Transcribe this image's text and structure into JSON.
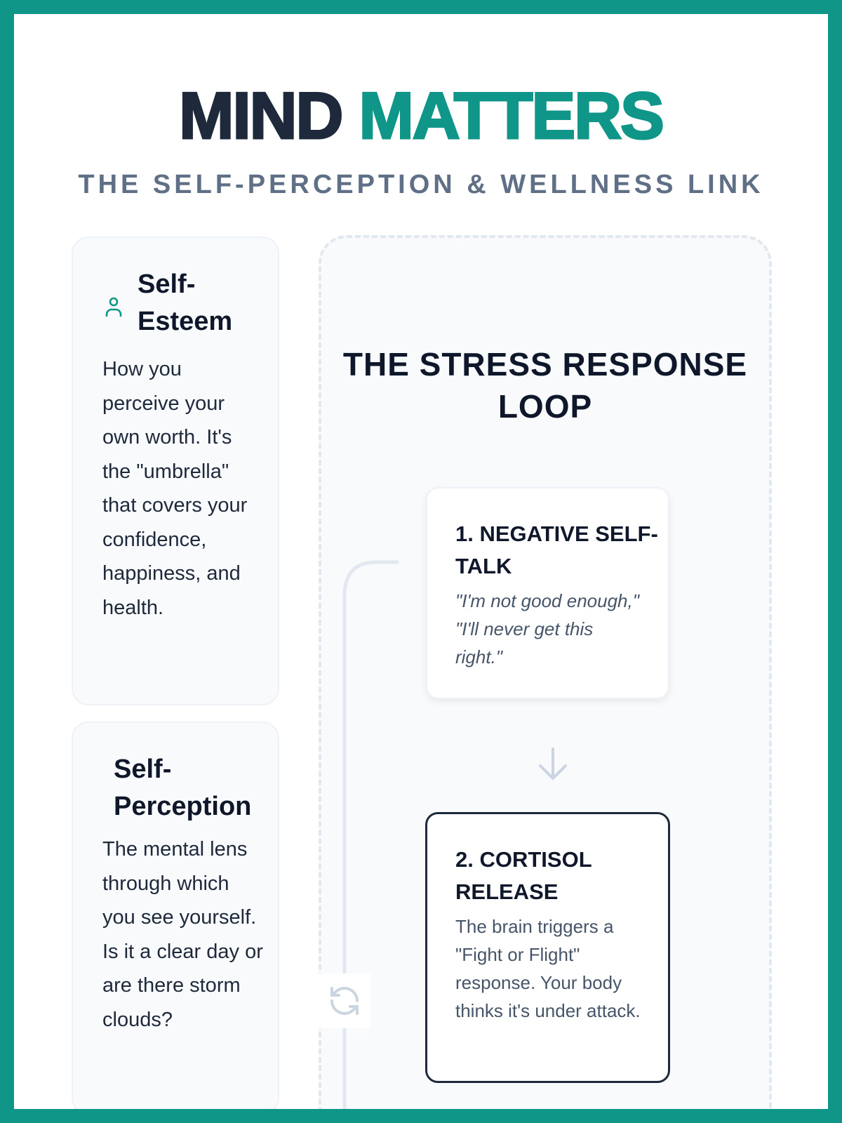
{
  "header": {
    "title_part1": "MIND",
    "title_part2": "MATTERS",
    "subtitle": "THE SELF-PERCEPTION & WELLNESS LINK"
  },
  "cards": [
    {
      "title": "Self-Esteem",
      "icon": "person-icon",
      "body": "How you perceive your own worth. It's the \"umbrella\" that covers your confidence, happiness, and health."
    },
    {
      "title": "Self-Perception",
      "body": "The mental lens through which you see yourself. Is it a clear day or are there storm clouds?"
    }
  ],
  "loop": {
    "title": "THE STRESS RESPONSE LOOP",
    "steps": [
      {
        "title": "1. NEGATIVE SELF-TALK",
        "body": "\"I'm not good enough,\" \"I'll never get this right.\""
      },
      {
        "title": "2. CORTISOL RELEASE",
        "body": "The brain triggers a \"Fight or Flight\" response. Your body thinks it's under attack."
      }
    ],
    "icons": [
      "arrow-down-icon",
      "refresh-icon"
    ]
  },
  "colors": {
    "accent": "#0f9688",
    "dark": "#1e293b",
    "muted": "#5f6f86"
  }
}
